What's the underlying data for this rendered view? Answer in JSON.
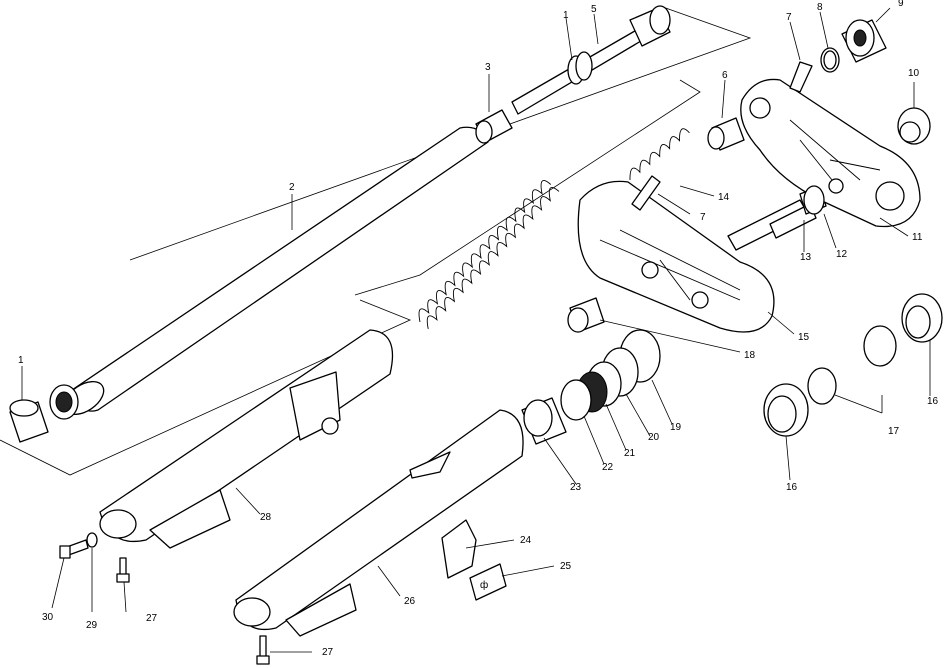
{
  "diagram": {
    "callouts": [
      {
        "id": "c1a",
        "text": "1"
      },
      {
        "id": "c1b",
        "text": "1"
      },
      {
        "id": "c2",
        "text": "2"
      },
      {
        "id": "c3",
        "text": "3"
      },
      {
        "id": "c5",
        "text": "5"
      },
      {
        "id": "c6",
        "text": "6"
      },
      {
        "id": "c7a",
        "text": "7"
      },
      {
        "id": "c7b",
        "text": "7"
      },
      {
        "id": "c8",
        "text": "8"
      },
      {
        "id": "c9",
        "text": "9"
      },
      {
        "id": "c10",
        "text": "10"
      },
      {
        "id": "c11",
        "text": "11"
      },
      {
        "id": "c12",
        "text": "12"
      },
      {
        "id": "c13",
        "text": "13"
      },
      {
        "id": "c14",
        "text": "14"
      },
      {
        "id": "c15",
        "text": "15"
      },
      {
        "id": "c16a",
        "text": "16"
      },
      {
        "id": "c16b",
        "text": "16"
      },
      {
        "id": "c17",
        "text": "17"
      },
      {
        "id": "c18",
        "text": "18"
      },
      {
        "id": "c19",
        "text": "19"
      },
      {
        "id": "c20",
        "text": "20"
      },
      {
        "id": "c21",
        "text": "21"
      },
      {
        "id": "c22",
        "text": "22"
      },
      {
        "id": "c23",
        "text": "23"
      },
      {
        "id": "c24",
        "text": "24"
      },
      {
        "id": "c25",
        "text": "25"
      },
      {
        "id": "c26",
        "text": "26"
      },
      {
        "id": "c27a",
        "text": "27"
      },
      {
        "id": "c27b",
        "text": "27"
      },
      {
        "id": "c28",
        "text": "28"
      },
      {
        "id": "c29",
        "text": "29"
      },
      {
        "id": "c30",
        "text": "30"
      }
    ]
  }
}
